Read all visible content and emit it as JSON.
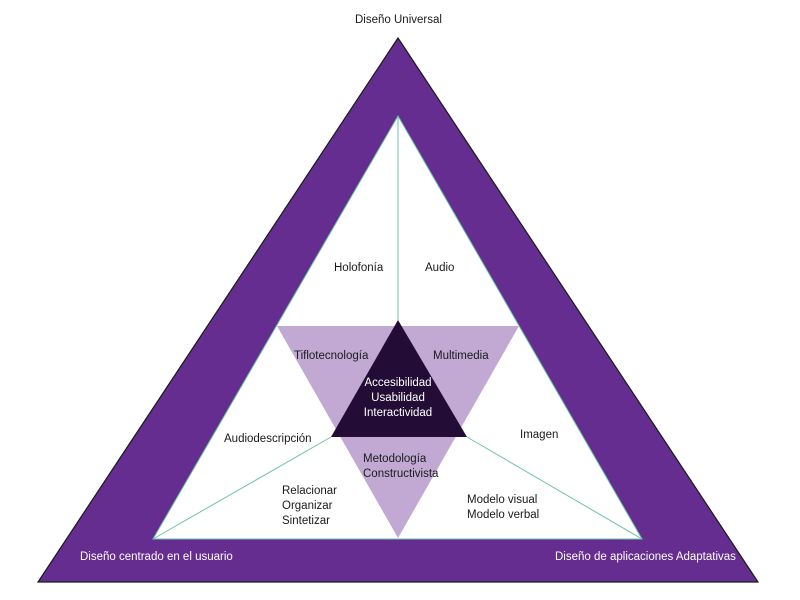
{
  "colors": {
    "outer_purple": "#652d90",
    "light_purple": "#c2a9d4",
    "dark_core": "#230c35",
    "divider_line": "#6cc4a8",
    "outline": "#1a1a1a"
  },
  "corners": {
    "top": "Diseño Universal",
    "bottom_left": "Diseño centrado en el usuario",
    "bottom_right": "Diseño de aplicaciones Adaptativas"
  },
  "sections": {
    "holofonia": "Holofonía",
    "audio": "Audio",
    "tiflotecnologia": "Tiflotecnología",
    "multimedia": "Multimedia",
    "audiodescripcion": "Audiodescripción",
    "imagen": "Imagen",
    "metodologia": [
      "Metodología",
      "Constructivista"
    ],
    "procesos": [
      "Relacionar",
      "Organizar",
      "Sintetizar"
    ],
    "modelos": [
      "Modelo visual",
      "Modelo verbal"
    ]
  },
  "core": [
    "Accesibilidad",
    "Usabilidad",
    "Interactividad"
  ]
}
